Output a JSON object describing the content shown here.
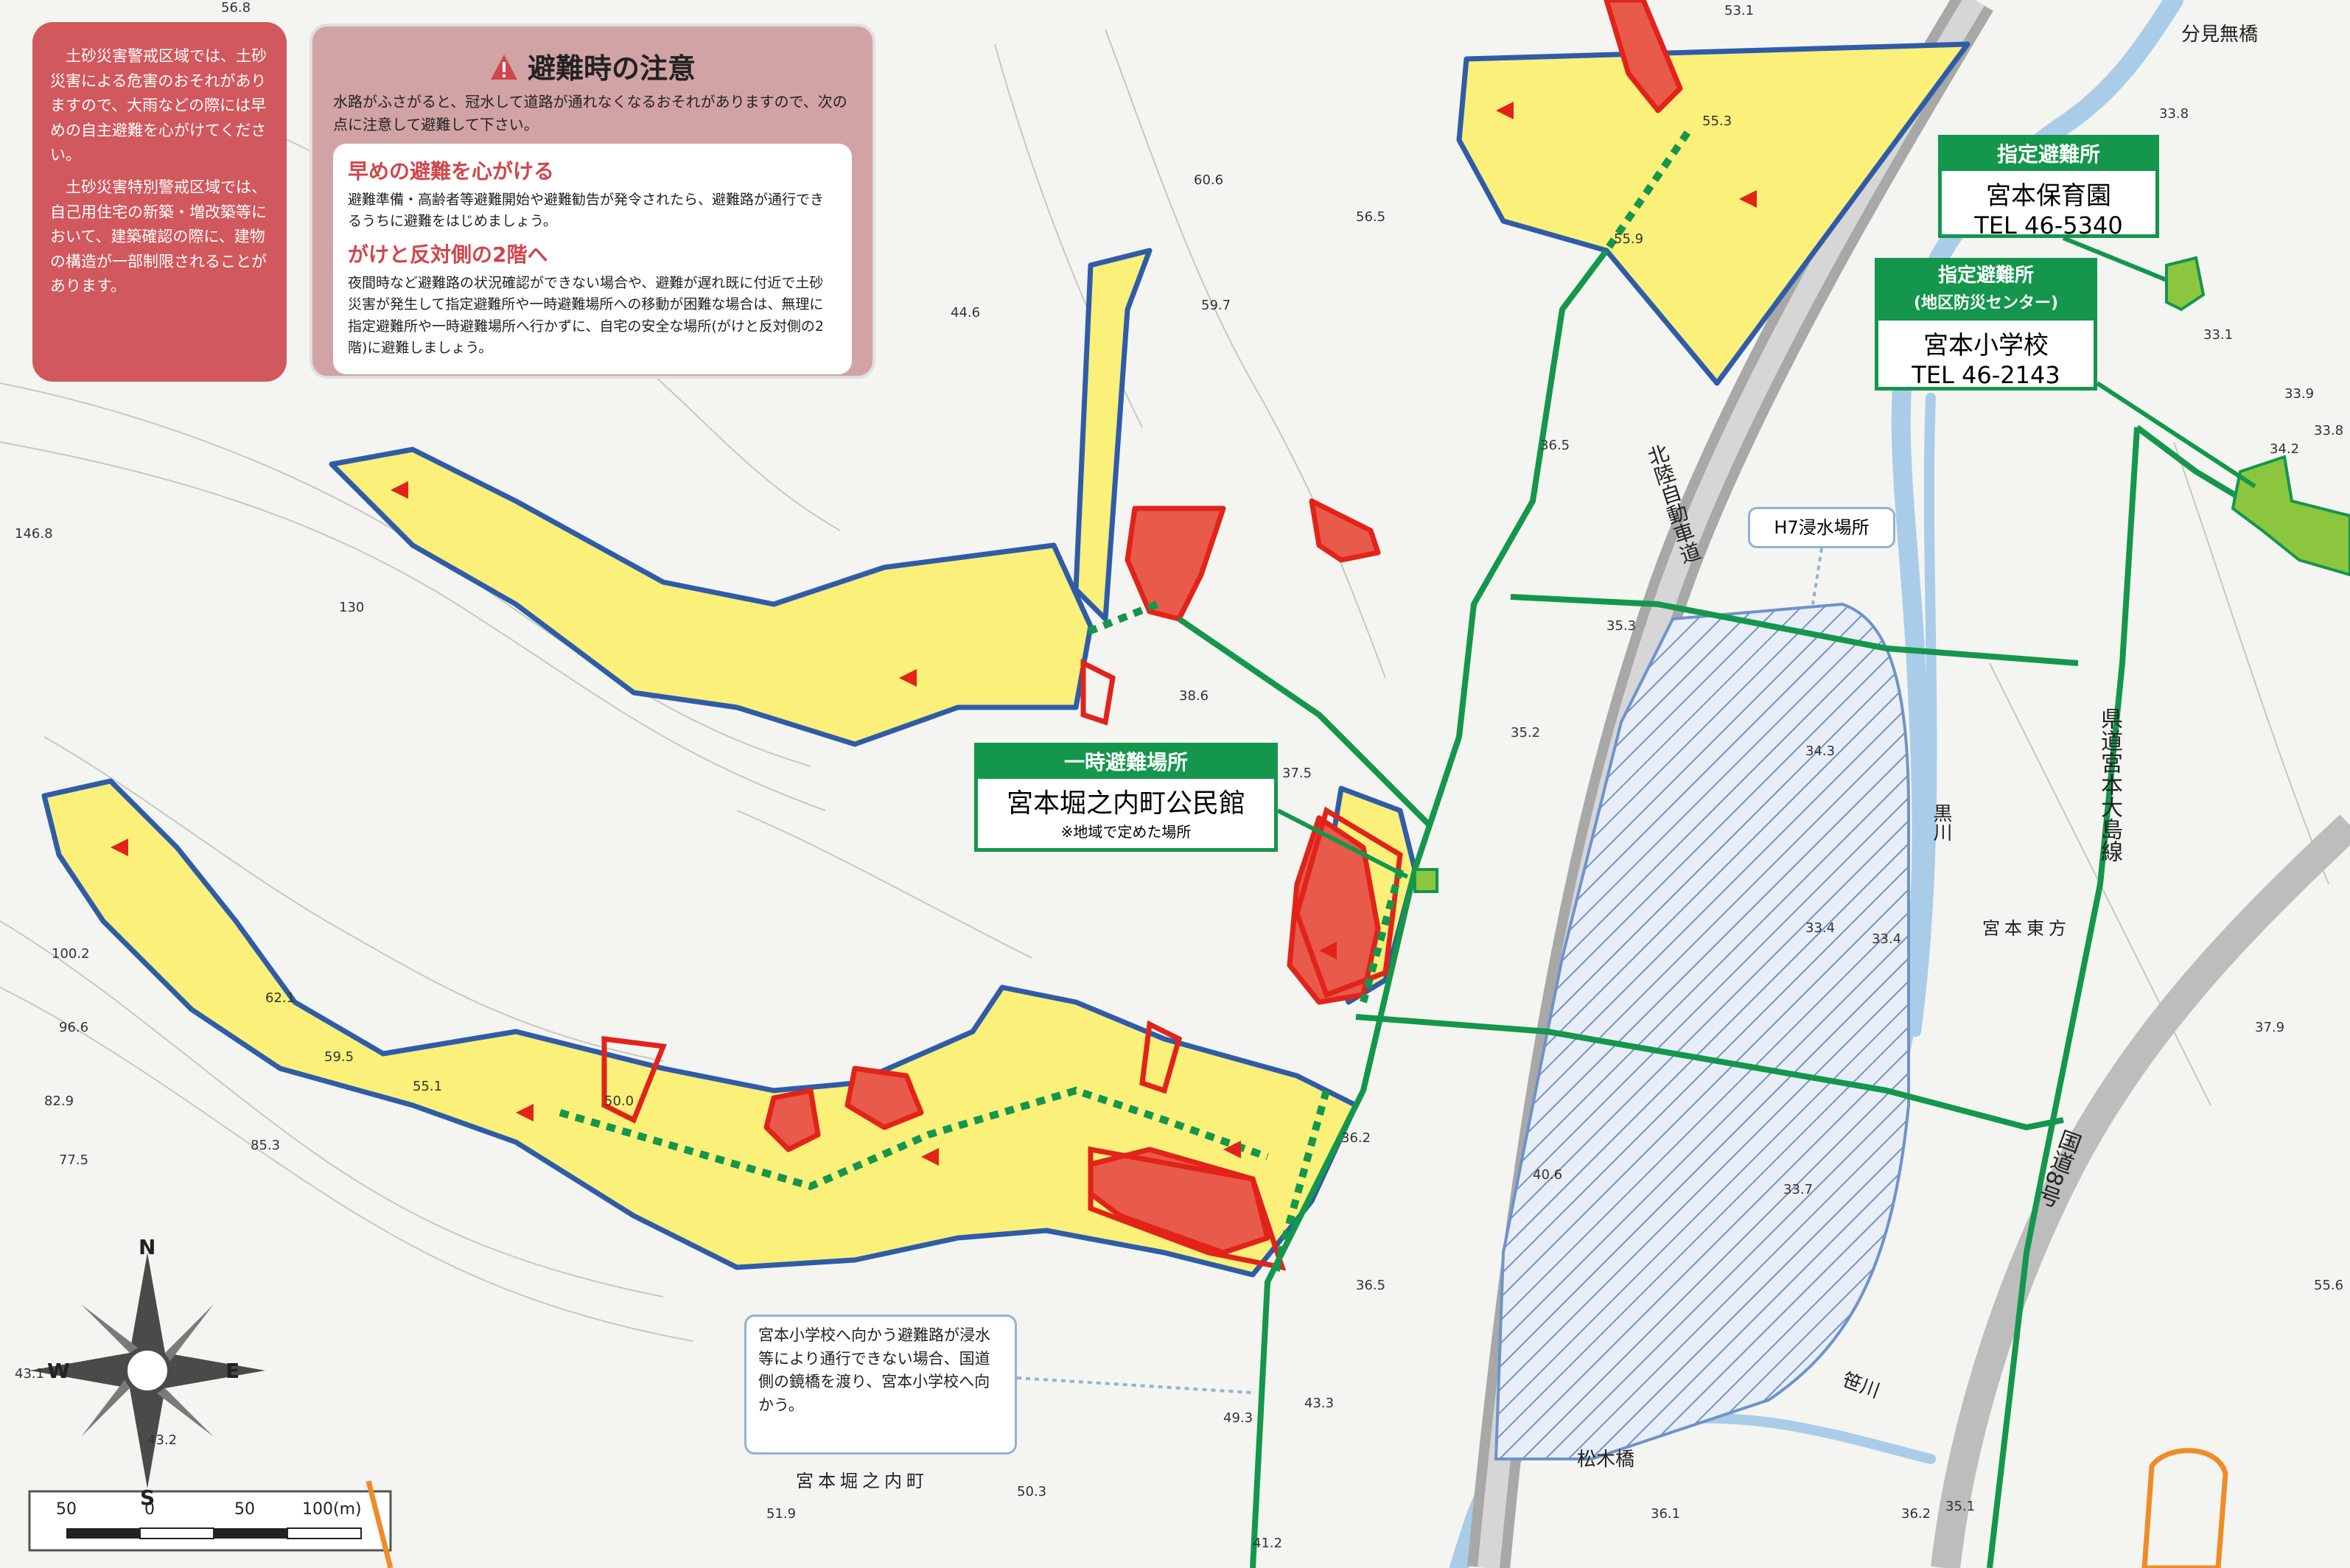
{
  "warning_zone_note": {
    "paragraph1": "土砂災害警戒区域では、土砂災害による危害のおそれがありますので、大雨などの際には早めの自主避難を心がけてください。",
    "paragraph2": "土砂災害特別警戒区域では、自己用住宅の新築・増改築等において、建築確認の際に、建物の構造が一部制限されることがあります。"
  },
  "caution": {
    "title": "避難時の注意",
    "intro": "水路がふさがると、冠水して道路が通れなくなるおそれがありますので、次の点に注意して避難して下さい。",
    "early_heading": "早めの避難を心がける",
    "early_body": "避難準備・高齢者等避難開始や避難勧告が発令されたら、避難路が通行できるうちに避難をはじめましょう。",
    "upstairs_heading": "がけと反対側の2階へ",
    "upstairs_body": "夜間時など避難路の状況確認ができない場合や、避難が遅れ既に付近で土砂災害が発生して指定避難所や一時避難場所への移動が困難な場合は、無理に指定避難所や一時避難場所へ行かずに、自宅の安全な場所(がけと反対側の2階)に避難しましょう。"
  },
  "shelters": {
    "hoikuen": {
      "type": "指定避難所",
      "name": "宮本保育園",
      "tel": "TEL 46-5340"
    },
    "school": {
      "type": "指定避難所",
      "subtype": "(地区防災センター)",
      "name": "宮本小学校",
      "tel": "TEL 46-2143"
    },
    "temporary": {
      "type": "一時避難場所",
      "name": "宮本堀之内町公民館",
      "note": "※地域で定めた場所"
    }
  },
  "flood_label": "H7浸水場所",
  "route_note": "宮本小学校へ向かう避難路が浸水等により通行できない場合、国道側の鏡橋を渡り、宮本小学校へ向かう。",
  "place_labels": {
    "bridge_bunkenashi": "分見無橋",
    "bridge_matsuki": "松木橋",
    "expressway": "北陸自動車道",
    "prefectural_road": "県道宮本大島線",
    "national_road": "国道8号",
    "river_kuro": "黒川",
    "river_sasa": "笹川",
    "district_miyamoto_higashi": "宮本東方",
    "district_horinouchi": "宮本堀之内町"
  },
  "compass": {
    "n": "N",
    "s": "S",
    "e": "E",
    "w": "W"
  },
  "scale_bar": {
    "labels": [
      "50",
      "0",
      "50",
      "100(m)"
    ]
  },
  "elevations": [
    "56.8",
    "53.1",
    "33.8",
    "55.3",
    "55.9",
    "60.6",
    "59.7",
    "44.6",
    "56.5",
    "33.1",
    "33.9",
    "33.8",
    "36.5",
    "34.2",
    "146.8",
    "130",
    "38.6",
    "35.2",
    "35.3",
    "34.3",
    "37.5",
    "33.4",
    "33.4",
    "100.2",
    "96.6",
    "62.1",
    "59.5",
    "82.9",
    "85.3",
    "77.5",
    "55.1",
    "50.0",
    "36.2",
    "40.6",
    "33.7",
    "37.9",
    "55.6",
    "43.1",
    "43.2",
    "49.3",
    "43.3",
    "36.5",
    "51.9",
    "50.3",
    "41.2",
    "36.1",
    "36.2",
    "35.1"
  ],
  "colors": {
    "warning_zone": "#faf07a",
    "special_zone": "#e85a4a",
    "zone_outline_blue": "#2f5ca8",
    "zone_outline_red": "#e2231a",
    "route_green": "#14964c",
    "shelter_green": "#8cc63f",
    "flood_hatch": "#6f93c8",
    "river": "#a9cde8",
    "panel_red": "#d1585d",
    "panel_pink": "#d2a3a5"
  }
}
